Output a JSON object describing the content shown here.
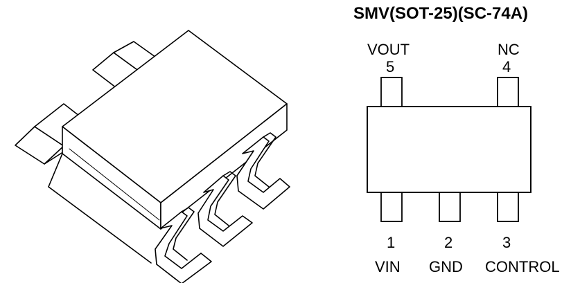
{
  "diagram": {
    "title": "SMV(SOT-25)(SC-74A)",
    "top_pins": [
      {
        "number": "5",
        "name": "VOUT"
      },
      {
        "number": "4",
        "name": "NC"
      }
    ],
    "bottom_pins": [
      {
        "number": "1",
        "name": "VIN"
      },
      {
        "number": "2",
        "name": "GND"
      },
      {
        "number": "3",
        "name": "CONTROL"
      }
    ],
    "colors": {
      "line": "#000000",
      "fill": "#ffffff"
    }
  }
}
